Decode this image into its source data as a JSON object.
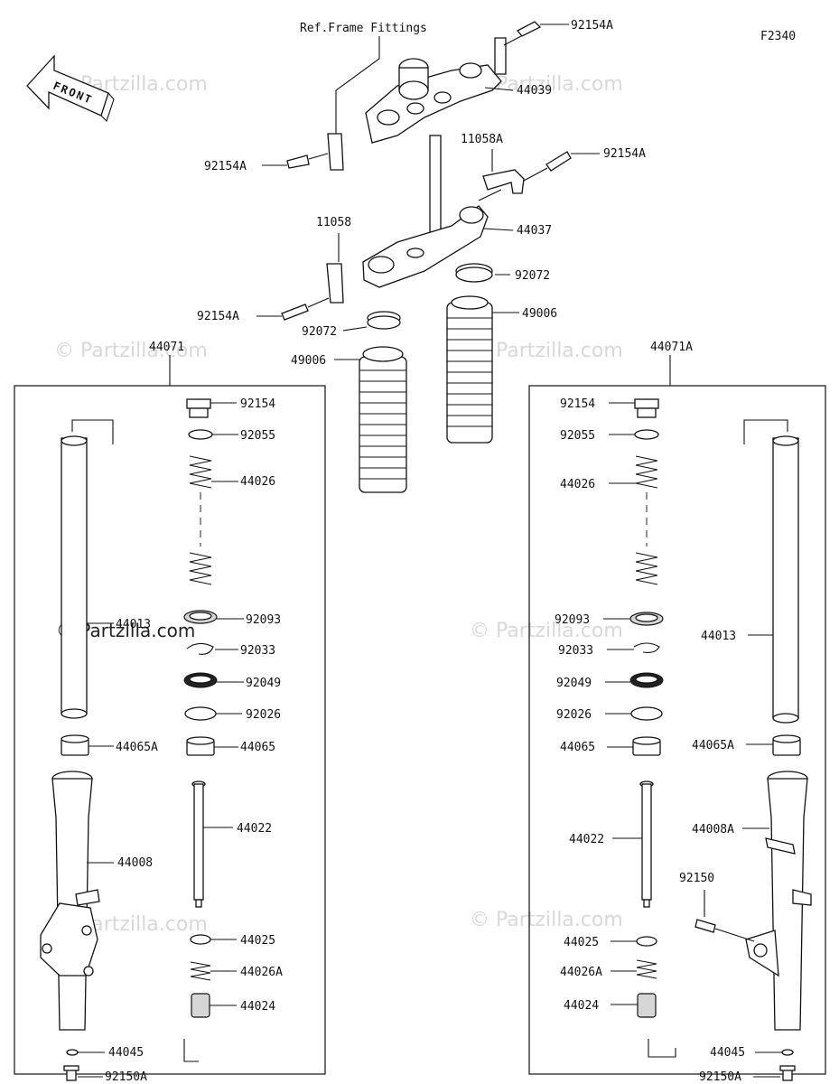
{
  "diagram_code": "F2340",
  "ref_label": "Ref.Frame Fittings",
  "front_label": "FRONT",
  "watermark": "© Partzilla.com",
  "labels": {
    "top_bolt_right": "92154A",
    "upper_bracket": "44039",
    "top_bolt_left": "92154A",
    "mid_bracket_label": "11058A",
    "mid_bolt_right": "92154A",
    "steering_stem": "44037",
    "left_bracket": "11058",
    "clamp_right": "92072",
    "lower_bolt_left": "92154A",
    "boot_right": "49006",
    "clamp_left": "92072",
    "boot_left": "49006",
    "fork_left_assy": "44071",
    "fork_right_assy": "44071A"
  },
  "left_fork_labels": {
    "cap_bolt": "92154",
    "oring": "92055",
    "spring": "44026",
    "tube": "44013",
    "dust_seal": "92093",
    "circlip": "92033",
    "oil_seal": "92049",
    "washer": "92026",
    "guide_bush_a": "44065A",
    "guide_bush": "44065",
    "cylinder": "44022",
    "outer_tube": "44008",
    "ring": "44025",
    "rebound_spring": "44026A",
    "piece": "44024",
    "gasket": "44045",
    "bottom_bolt": "92150A"
  },
  "right_fork_labels": {
    "cap_bolt": "92154",
    "oring": "92055",
    "spring": "44026",
    "dust_seal": "92093",
    "tube": "44013",
    "circlip": "92033",
    "oil_seal": "92049",
    "washer": "92026",
    "guide_bush": "44065",
    "guide_bush_a": "44065A",
    "cylinder": "44022",
    "outer_tube": "44008A",
    "caliper_bolt": "92150",
    "ring": "44025",
    "rebound_spring": "44026A",
    "piece": "44024",
    "gasket": "44045",
    "bottom_bolt": "92150A"
  }
}
